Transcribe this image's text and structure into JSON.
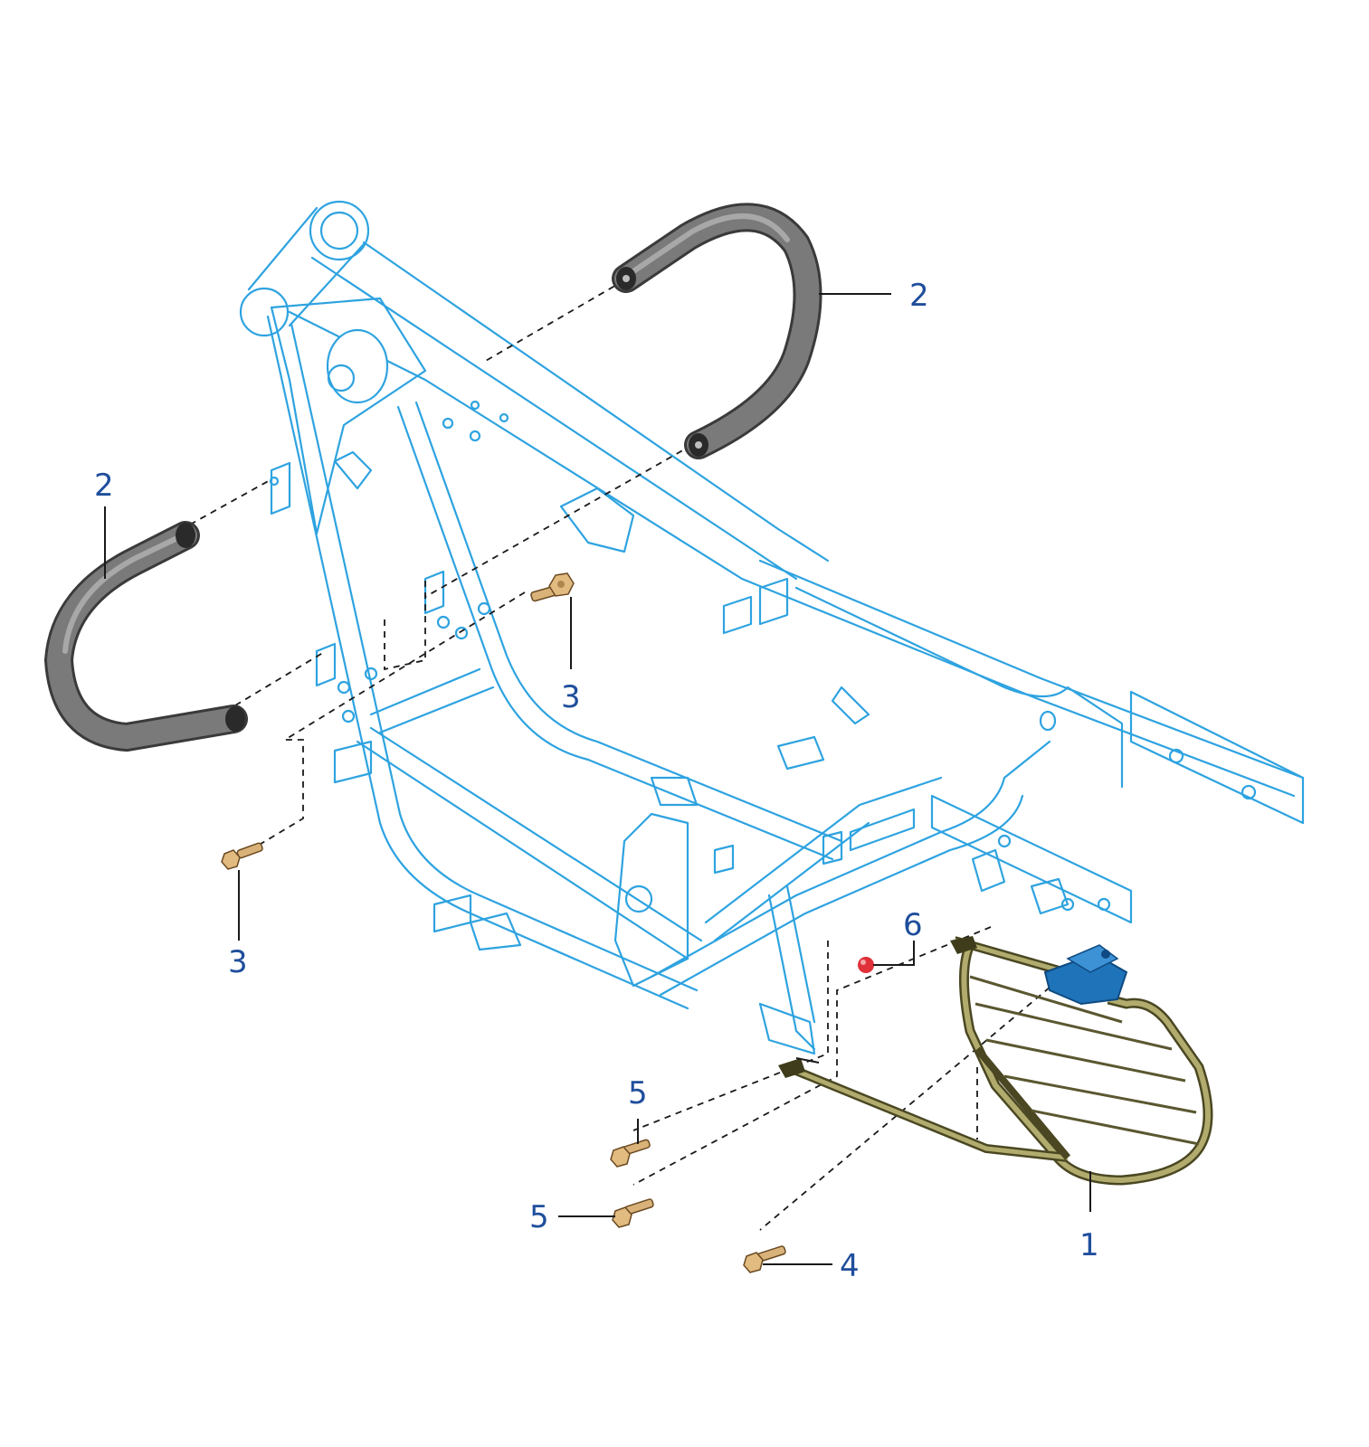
{
  "callouts": {
    "c1": "1",
    "c2a": "2",
    "c2b": "2",
    "c3a": "3",
    "c3b": "3",
    "c4": "4",
    "c5a": "5",
    "c5b": "5",
    "c6": "6"
  },
  "colors": {
    "frame": "#2ea3e0",
    "callout_text": "#1f4e9c",
    "crash_bar": "#6e6e6e",
    "rack": "#8c8a4a",
    "bracket": "#1f73b8",
    "bolt": "#d9b27a",
    "marker": "#e0303a"
  }
}
